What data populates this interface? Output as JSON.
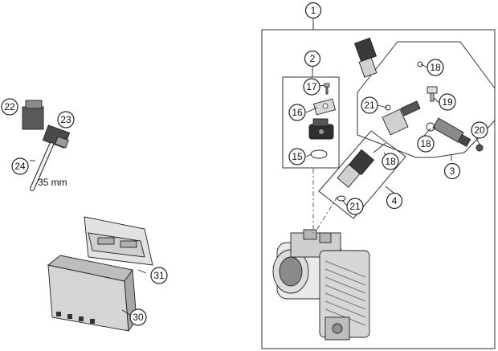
{
  "callouts": [
    {
      "label": "1"
    },
    {
      "label": "2"
    },
    {
      "label": "3"
    },
    {
      "label": "4"
    },
    {
      "label": "15"
    },
    {
      "label": "16"
    },
    {
      "label": "17"
    },
    {
      "label": "18"
    },
    {
      "label": "18"
    },
    {
      "label": "18"
    },
    {
      "label": "19"
    },
    {
      "label": "20"
    },
    {
      "label": "21"
    },
    {
      "label": "21"
    },
    {
      "label": "22"
    },
    {
      "label": "23"
    },
    {
      "label": "24"
    },
    {
      "label": "30"
    },
    {
      "label": "31"
    }
  ],
  "dimension_label": "35 mm"
}
